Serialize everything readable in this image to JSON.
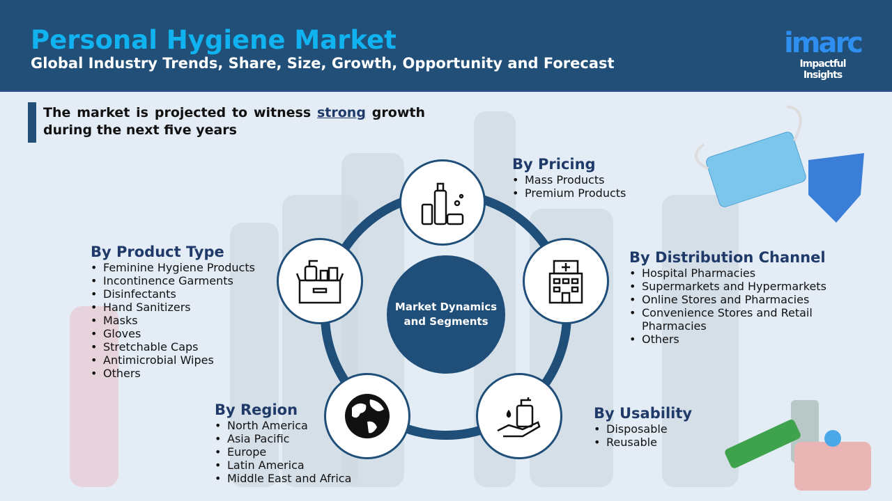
{
  "header": {
    "title": "Personal Hygiene Market",
    "subtitle": "Global Industry Trends, Share, Size, Growth, Opportunity and Forecast",
    "logo": "imarc",
    "tagline": "Impactful Insights"
  },
  "lead": {
    "text": "The market is projected to witness ",
    "highlight": "strong",
    "text2": " growth during the next five years"
  },
  "center": "Market Dynamics and Segments",
  "segments": {
    "pricing": {
      "title": "By Pricing",
      "items": [
        "Mass Products",
        "Premium Products"
      ]
    },
    "distribution": {
      "title": "By Distribution Channel",
      "items": [
        "Hospital Pharmacies",
        "Supermarkets and Hypermarkets",
        "Online Stores and Pharmacies",
        "Convenience Stores and Retail Pharmacies",
        "Others"
      ]
    },
    "usability": {
      "title": "By Usability",
      "items": [
        "Disposable",
        "Reusable"
      ]
    },
    "region": {
      "title": "By Region",
      "items": [
        "North America",
        "Asia Pacific",
        "Europe",
        "Latin America",
        "Middle East and Africa"
      ]
    },
    "product": {
      "title": "By Product Type",
      "items": [
        "Feminine Hygiene Products",
        "Incontinence Garments",
        "Disinfectants",
        "Hand Sanitizers",
        "Masks",
        "Gloves",
        "Stretchable Caps",
        "Antimicrobial Wipes",
        "Others"
      ]
    }
  }
}
